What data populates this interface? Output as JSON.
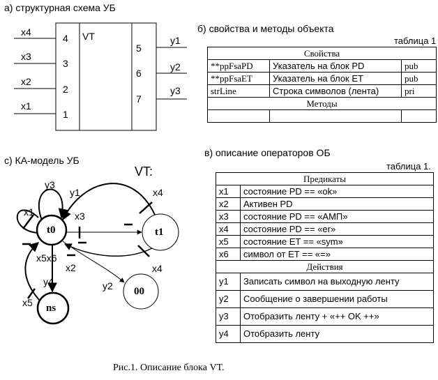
{
  "section_a": {
    "title": "а) структурная схема УБ",
    "block_name": "VT",
    "inputs": [
      {
        "name": "x4",
        "port": "4"
      },
      {
        "name": "x3",
        "port": "3"
      },
      {
        "name": "x2",
        "port": "2"
      },
      {
        "name": "x1",
        "port": "1"
      }
    ],
    "outputs": [
      {
        "name": "y1",
        "port": "5"
      },
      {
        "name": "y2",
        "port": "6"
      },
      {
        "name": "y3",
        "port": "7"
      }
    ]
  },
  "section_b": {
    "title": "б) свойства и методы объекта",
    "table_label": "таблица 1",
    "properties_header": "Свойства",
    "rows": [
      {
        "name": "**ppFsaPD",
        "desc": "Указатель на блок PD",
        "access": "pub"
      },
      {
        "name": "**ppFsaET",
        "desc": "Указатель на блок ET",
        "access": "pub"
      },
      {
        "name": "strLine",
        "desc": "Строка символов (лента)",
        "access": "pri"
      }
    ],
    "methods_header": "Методы"
  },
  "section_c": {
    "title": "с) КА-модель УБ",
    "model_title": "VT:",
    "states": [
      "t0",
      "t1",
      "ns",
      "00"
    ],
    "transition_labels": {
      "y3": "y3",
      "x1_loop": "x1",
      "y1": "y1",
      "x4_top": "x4",
      "x3": "x3",
      "x4_bottom": "x4",
      "x5x6": "x5x6",
      "x2": "x2",
      "y4": "y4",
      "y2": "y2",
      "x5": "x5"
    }
  },
  "section_v": {
    "title": "в) описание операторов ОБ",
    "table_label": "таблица 1.",
    "predicates_header": "Предикаты",
    "predicates": [
      {
        "code": "x1",
        "desc": "состояние PD == «ok»"
      },
      {
        "code": "x2",
        "desc": "Активен PD"
      },
      {
        "code": "x3",
        "desc": "состояние PD == «АМП»"
      },
      {
        "code": "x4",
        "desc": "состояние PD == «er»"
      },
      {
        "code": "x5",
        "desc": "состояние ET == «sym»"
      },
      {
        "code": "x6",
        "desc": "символ от ET == «=»"
      }
    ],
    "actions_header": "Действия",
    "actions": [
      {
        "code": "y1",
        "desc": "Записать символ на выходную ленту"
      },
      {
        "code": "y2",
        "desc": "Сообщение о завершении работы"
      },
      {
        "code": "y3",
        "desc": "Отобразить ленту + «++ OK ++»"
      },
      {
        "code": "y4",
        "desc": "Отобразить ленту"
      }
    ]
  },
  "caption": "Рис.1. Описание блока VT."
}
